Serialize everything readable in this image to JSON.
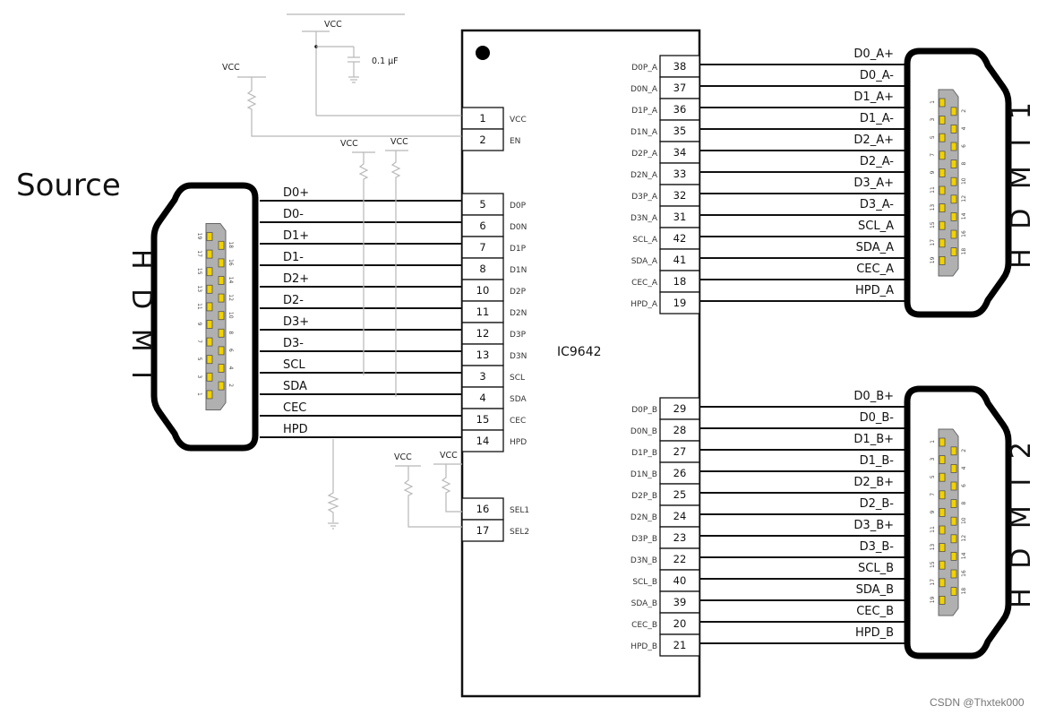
{
  "title_label": "Source",
  "chip": {
    "name": "IC9642",
    "left_pins": [
      {
        "num": "1",
        "name": "VCC"
      },
      {
        "num": "2",
        "name": "EN"
      },
      {
        "num": "5",
        "name": "D0P"
      },
      {
        "num": "6",
        "name": "D0N"
      },
      {
        "num": "7",
        "name": "D1P"
      },
      {
        "num": "8",
        "name": "D1N"
      },
      {
        "num": "10",
        "name": "D2P"
      },
      {
        "num": "11",
        "name": "D2N"
      },
      {
        "num": "12",
        "name": "D3P"
      },
      {
        "num": "13",
        "name": "D3N"
      },
      {
        "num": "3",
        "name": "SCL"
      },
      {
        "num": "4",
        "name": "SDA"
      },
      {
        "num": "15",
        "name": "CEC"
      },
      {
        "num": "14",
        "name": "HPD"
      },
      {
        "num": "16",
        "name": "SEL1"
      },
      {
        "num": "17",
        "name": "SEL2"
      }
    ],
    "right_pins_a": [
      {
        "num": "38",
        "name": "D0P_A",
        "signal": "D0_A+"
      },
      {
        "num": "37",
        "name": "D0N_A",
        "signal": "D0_A-"
      },
      {
        "num": "36",
        "name": "D1P_A",
        "signal": "D1_A+"
      },
      {
        "num": "35",
        "name": "D1N_A",
        "signal": "D1_A-"
      },
      {
        "num": "34",
        "name": "D2P_A",
        "signal": "D2_A+"
      },
      {
        "num": "33",
        "name": "D2N_A",
        "signal": "D2_A-"
      },
      {
        "num": "32",
        "name": "D3P_A",
        "signal": "D3_A+"
      },
      {
        "num": "31",
        "name": "D3N_A",
        "signal": "D3_A-"
      },
      {
        "num": "42",
        "name": "SCL_A",
        "signal": "SCL_A"
      },
      {
        "num": "41",
        "name": "SDA_A",
        "signal": "SDA_A"
      },
      {
        "num": "18",
        "name": "CEC_A",
        "signal": "CEC_A"
      },
      {
        "num": "19",
        "name": "HPD_A",
        "signal": "HPD_A"
      }
    ],
    "right_pins_b": [
      {
        "num": "29",
        "name": "D0P_B",
        "signal": "D0_B+"
      },
      {
        "num": "28",
        "name": "D0N_B",
        "signal": "D0_B-"
      },
      {
        "num": "27",
        "name": "D1P_B",
        "signal": "D1_B+"
      },
      {
        "num": "26",
        "name": "D1N_B",
        "signal": "D1_B-"
      },
      {
        "num": "25",
        "name": "D2P_B",
        "signal": "D2_B+"
      },
      {
        "num": "24",
        "name": "D2N_B",
        "signal": "D2_B-"
      },
      {
        "num": "23",
        "name": "D3P_B",
        "signal": "D3_B+"
      },
      {
        "num": "22",
        "name": "D3N_B",
        "signal": "D3_B-"
      },
      {
        "num": "40",
        "name": "SCL_B",
        "signal": "SCL_B"
      },
      {
        "num": "39",
        "name": "SDA_B",
        "signal": "SDA_B"
      },
      {
        "num": "20",
        "name": "CEC_B",
        "signal": "CEC_B"
      },
      {
        "num": "21",
        "name": "HPD_B",
        "signal": "HPD_B"
      }
    ]
  },
  "source_signals": [
    "D0+",
    "D0-",
    "D1+",
    "D1-",
    "D2+",
    "D2-",
    "D3+",
    "D3-",
    "SCL",
    "SDA",
    "CEC",
    "HPD"
  ],
  "connectors": {
    "source": {
      "label": "HDMI"
    },
    "out1": {
      "label": "HDMI1"
    },
    "out2": {
      "label": "HDMI2"
    },
    "pin_numbers": [
      "1",
      "2",
      "3",
      "4",
      "5",
      "6",
      "7",
      "8",
      "9",
      "10",
      "11",
      "12",
      "13",
      "14",
      "15",
      "16",
      "17",
      "18",
      "19"
    ]
  },
  "power": {
    "vcc_label": "VCC",
    "cap_label": "0.1 µF"
  },
  "watermark": "CSDN @Thxtek000"
}
